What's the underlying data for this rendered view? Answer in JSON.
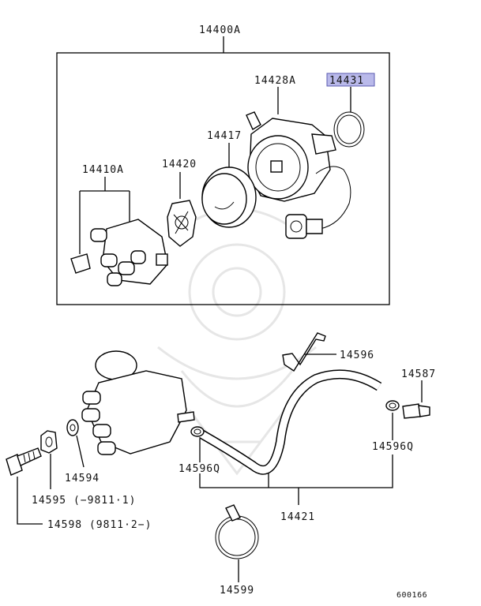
{
  "labels": {
    "assy": "14400A",
    "cap": "14410A",
    "rotor": "14420",
    "cover": "14417",
    "housing": "14428A",
    "oring": "14431",
    "bracket": "14596",
    "adapter": "14587",
    "clamp_right": "14596Q",
    "clamp_left": "14596Q",
    "hose": "14421",
    "washer": "14594",
    "nut": "14595 (−9811·1)",
    "bolt": "14598 (9811·2−)",
    "band": "14599",
    "diagram_id": "600166"
  },
  "highlight": {
    "part": "oring",
    "color": "#b9b9ea"
  }
}
